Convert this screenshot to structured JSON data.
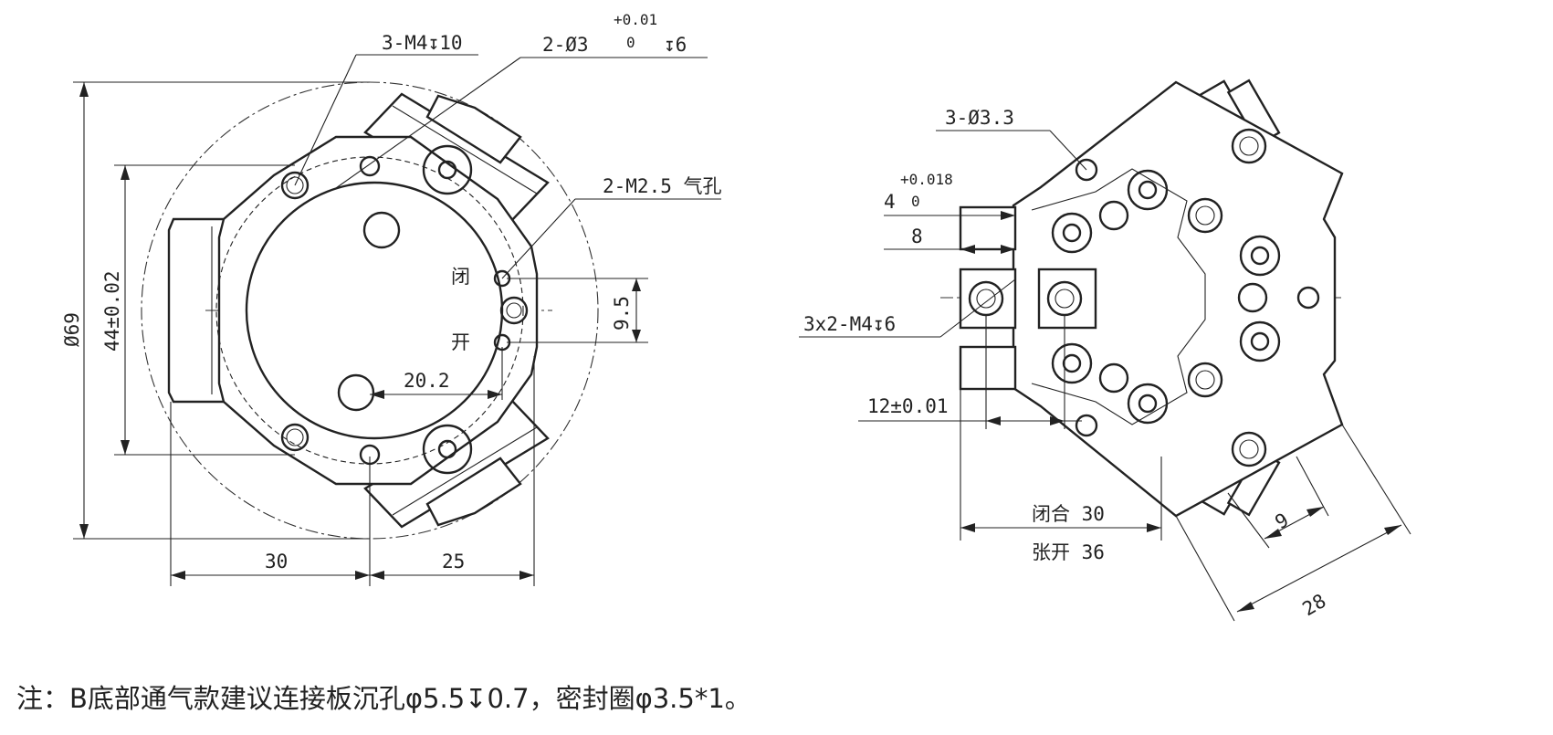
{
  "left_view": {
    "callout_m4": "3-M4↧10",
    "callout_d3_main": "2-Ø3",
    "callout_d3_tol_upper": "+0.01",
    "callout_d3_tol_lower": "0",
    "callout_d3_depth": "↧6",
    "callout_m25": "2-M2.5 气孔",
    "label_close": "闭",
    "label_open": "开",
    "dim_diameter": "Ø69",
    "dim_44": "44±0.02",
    "dim_95": "9.5",
    "dim_202": "20.2",
    "dim_30": "30",
    "dim_25": "25"
  },
  "right_view": {
    "callout_d33": "3-Ø3.3",
    "dim_4_main": "4",
    "dim_4_tol_upper": "+0.018",
    "dim_4_tol_lower": "0",
    "dim_8": "8",
    "callout_m4": "3x2-M4↧6",
    "dim_12": "12±0.01",
    "dim_close": "闭合 30",
    "dim_open": "张开 36",
    "dim_9": "9",
    "dim_28": "28"
  },
  "note": "注：B底部通气款建议连接板沉孔φ5.5↧0.7，密封圈φ3.5*1。"
}
